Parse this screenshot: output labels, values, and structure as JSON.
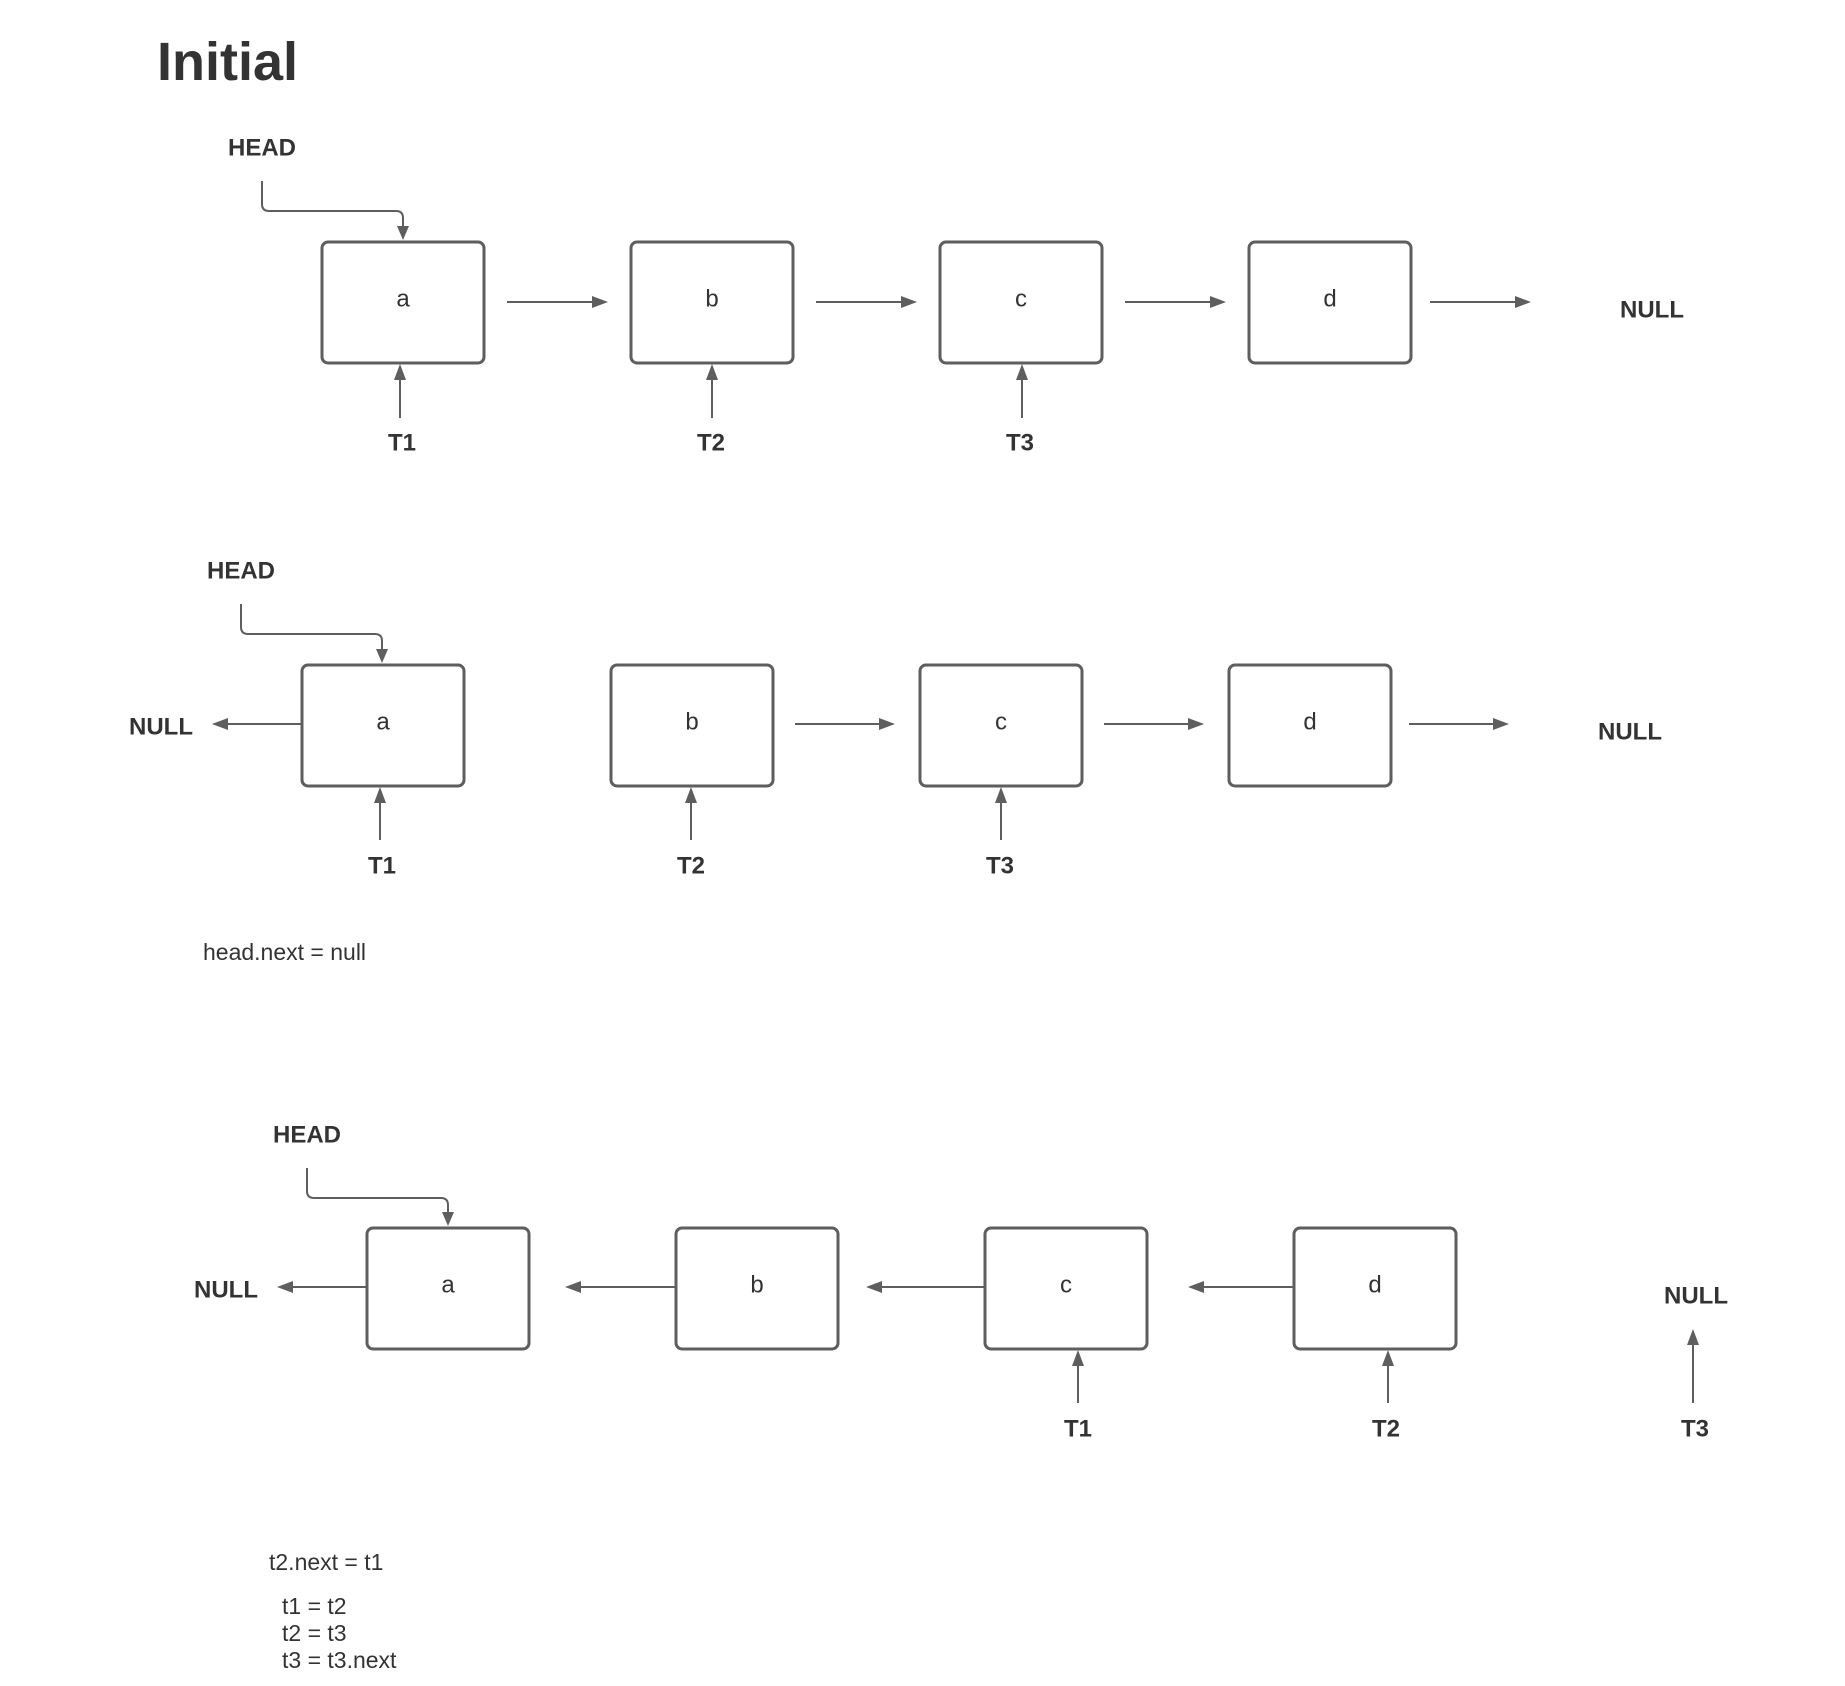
{
  "title": "Initial",
  "colors": {
    "stroke": "#5e5e5e",
    "text": "#333333",
    "background": "#ffffff"
  },
  "stage1": {
    "head_label": "HEAD",
    "nodes": [
      "a",
      "b",
      "c",
      "d"
    ],
    "null_right": "NULL",
    "pointers": [
      "T1",
      "T2",
      "T3"
    ]
  },
  "stage2": {
    "head_label": "HEAD",
    "nodes": [
      "a",
      "b",
      "c",
      "d"
    ],
    "null_left": "NULL",
    "null_right": "NULL",
    "pointers": [
      "T1",
      "T2",
      "T3"
    ],
    "note": "head.next = null"
  },
  "stage3": {
    "head_label": "HEAD",
    "nodes": [
      "a",
      "b",
      "c",
      "d"
    ],
    "null_left": "NULL",
    "null_right": "NULL",
    "pointers": [
      "T1",
      "T2",
      "T3"
    ],
    "notes": [
      "t2.next = t1",
      "t1 = t2",
      "t2 = t3",
      "t3 = t3.next"
    ]
  }
}
